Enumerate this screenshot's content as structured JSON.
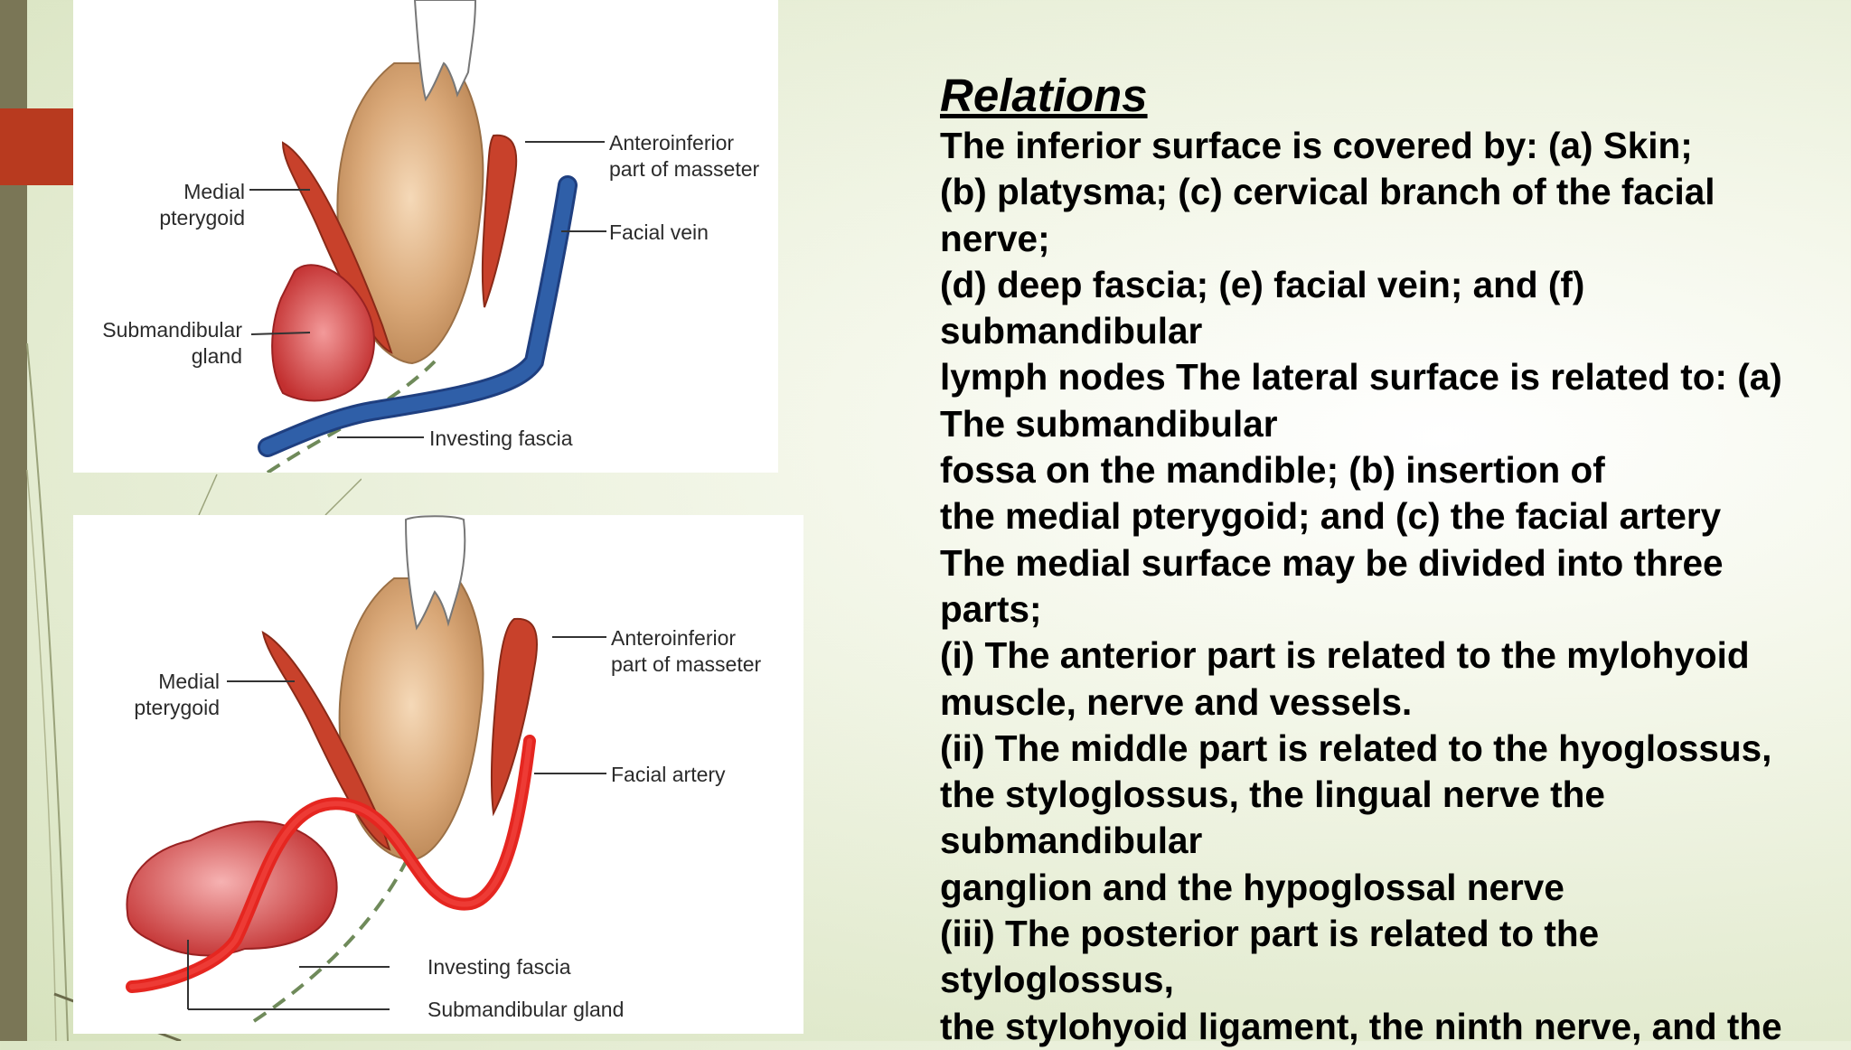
{
  "slide": {
    "heading": "Relations",
    "lines": [
      "The inferior surface is covered by: (a) Skin;",
      "(b) platysma; (c) cervical branch of the facial",
      "nerve;",
      "(d) deep fascia; (e) facial vein; and (f)",
      "submandibular",
      "lymph nodes The lateral surface is related to: (a)",
      "The submandibular",
      "fossa on the mandible; (b) insertion of",
      "the medial pterygoid; and (c) the facial artery",
      "The medial surface may be divided into three",
      "parts;",
      "(i) The anterior part is related to the mylohyoid",
      "muscle, nerve and vessels.",
      "(ii) The middle part is related to the hyoglossus,",
      "the styloglossus, the lingual nerve the",
      "submandibular",
      "ganglion and the hypoglossal nerve",
      "(iii) The posterior part is related to the",
      "styloglossus,",
      "the stylohyoid ligament, the ninth nerve, and the"
    ]
  },
  "figure_top": {
    "labels": {
      "medial_pterygoid_1": "Medial",
      "medial_pterygoid_2": "pterygoid",
      "anteroinferior_1": "Anteroinferior",
      "anteroinferior_2": "part of masseter",
      "facial_vein": "Facial vein",
      "submandibular_1": "Submandibular",
      "submandibular_2": "gland",
      "investing_fascia": "Investing fascia"
    }
  },
  "figure_bottom": {
    "labels": {
      "medial_pterygoid_1": "Medial",
      "medial_pterygoid_2": "pterygoid",
      "anteroinferior_1": "Anteroinferior",
      "anteroinferior_2": "part of masseter",
      "facial_artery": "Facial artery",
      "investing_fascia": "Investing fascia",
      "submandibular_gland": "Submandibular gland"
    }
  },
  "colors": {
    "accent": "#b83a1f",
    "side_bar": "#7a7656",
    "vein": "#2f5fa8",
    "artery": "#e52620",
    "muscle": "#c8412b",
    "mandible": "#d9a878",
    "gland": "#d64040"
  }
}
